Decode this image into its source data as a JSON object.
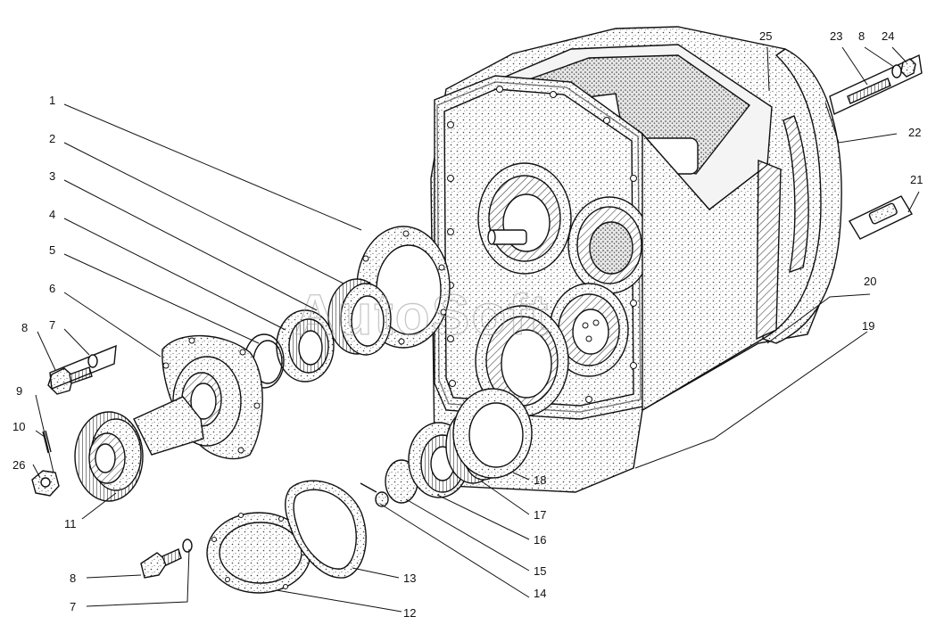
{
  "watermark": "AutoSoft",
  "callouts": {
    "c1": "1",
    "c2": "2",
    "c3": "3",
    "c4": "4",
    "c5": "5",
    "c6": "6",
    "c7a": "7",
    "c7b": "7",
    "c8a": "8",
    "c8b": "8",
    "c8c": "8",
    "c9": "9",
    "c10": "10",
    "c11": "11",
    "c12": "12",
    "c13": "13",
    "c14": "14",
    "c15": "15",
    "c16": "16",
    "c17": "17",
    "c18": "18",
    "c19": "19",
    "c20": "20",
    "c21": "21",
    "c22": "22",
    "c23": "23",
    "c24": "24",
    "c25": "25",
    "c26": "26"
  }
}
